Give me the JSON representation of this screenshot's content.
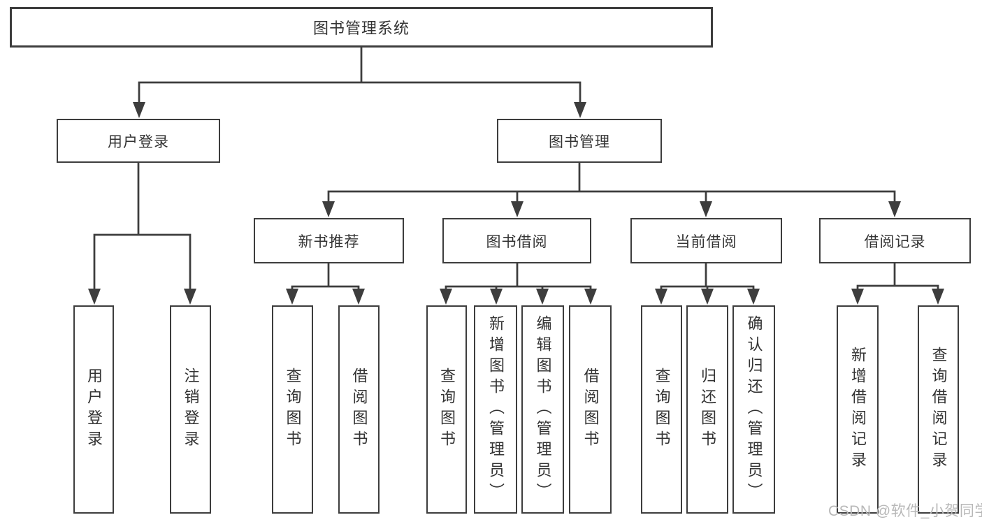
{
  "diagram": {
    "root": {
      "label": "图书管理系统"
    },
    "branches": [
      {
        "label": "用户登录",
        "children": [
          {
            "label": "用户登录"
          },
          {
            "label": "注销登录"
          }
        ]
      },
      {
        "label": "图书管理",
        "children": [
          {
            "label": "新书推荐",
            "children": [
              {
                "label": "查询图书"
              },
              {
                "label": "借阅图书"
              }
            ]
          },
          {
            "label": "图书借阅",
            "children": [
              {
                "label": "查询图书"
              },
              {
                "label": "新增图书（管理员）"
              },
              {
                "label": "编辑图书（管理员）"
              },
              {
                "label": "借阅图书"
              }
            ]
          },
          {
            "label": "当前借阅",
            "children": [
              {
                "label": "查询图书"
              },
              {
                "label": "归还图书"
              },
              {
                "label": "确认归还（管理员）"
              }
            ]
          },
          {
            "label": "借阅记录",
            "children": [
              {
                "label": "新增借阅记录"
              },
              {
                "label": "查询借阅记录"
              }
            ]
          }
        ]
      }
    ],
    "watermark": "CSDN @软件_小贺同学"
  },
  "colors": {
    "line": "#3d3d3d",
    "text": "#333333",
    "watermark": "#b8b8b8",
    "background": "#ffffff"
  }
}
